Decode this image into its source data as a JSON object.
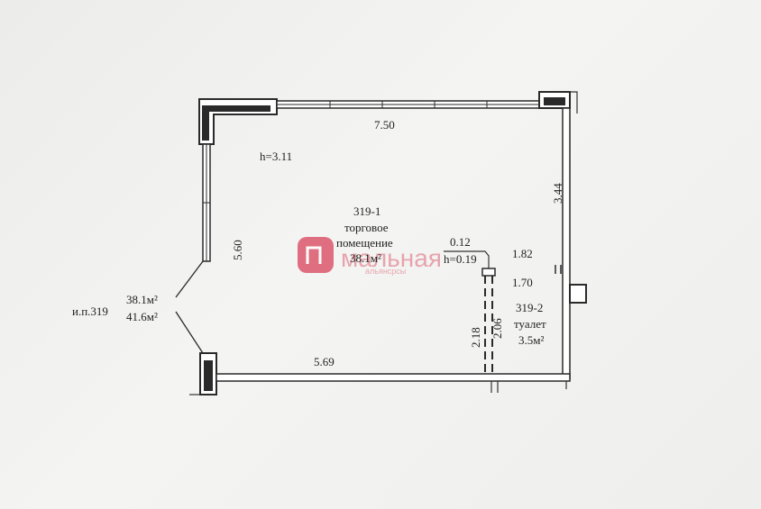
{
  "plan": {
    "ceiling_height": "h=3.11",
    "room_main": {
      "number": "319-1",
      "name_line1": "торговое",
      "name_line2": "помещение",
      "area": "38.1м²"
    },
    "room_toilet": {
      "number": "319-2",
      "name": "туалет",
      "area": "3.5м²"
    },
    "step": {
      "width": "0.12",
      "height": "h=0.19"
    },
    "dimensions": {
      "top": "7.50",
      "left": "5.60",
      "bottom": "5.69",
      "right_upper": "3.44",
      "toilet_width": "1.82",
      "toilet_depth": "1.70",
      "partition_a": "2.18",
      "partition_b": "2.06"
    },
    "summary": {
      "label": "и.п.319",
      "area_1": "38.1м²",
      "area_2": "41.6м²"
    }
  },
  "watermark": {
    "text": "мальная",
    "subtext": "альянсрсы",
    "color": "#d9435a"
  }
}
